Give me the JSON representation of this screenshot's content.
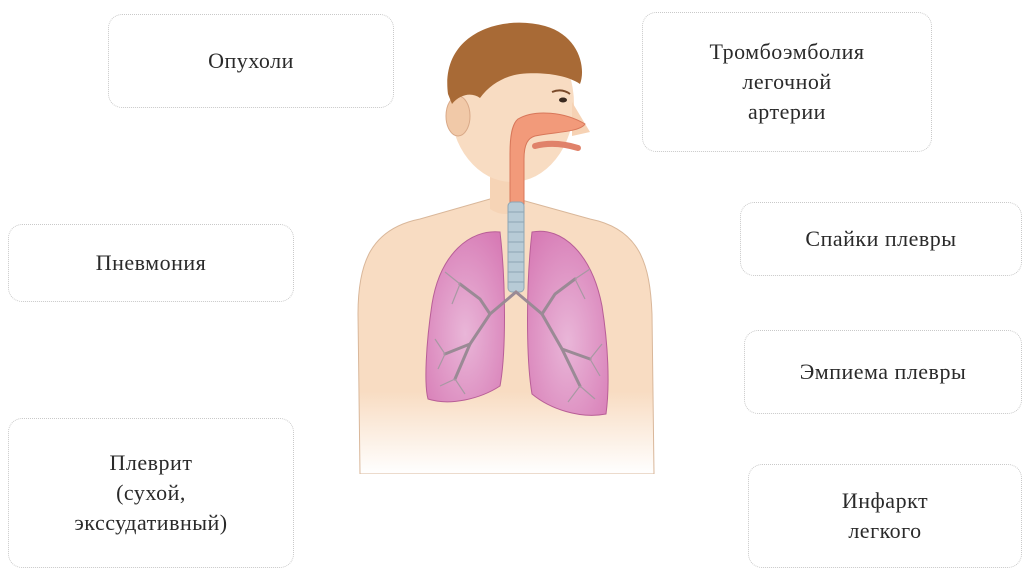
{
  "labels": {
    "tumors": "Опухоли",
    "pneumonia": "Пневмония",
    "pleurisy": "Плеврит\n(сухой,\nэкссудативный)",
    "embolism": "Тромбоэмболия\nлегочной\nартерии",
    "adhesions": "Спайки плевры",
    "empyema": "Эмпиема плевры",
    "infarction": "Инфаркт\nлегкого"
  },
  "colors": {
    "skin": "#f8dcc2",
    "hair": "#a86a36",
    "lung": "#e7a6cf",
    "airway": "#f29a7a",
    "trachea": "#b7cbd6"
  }
}
